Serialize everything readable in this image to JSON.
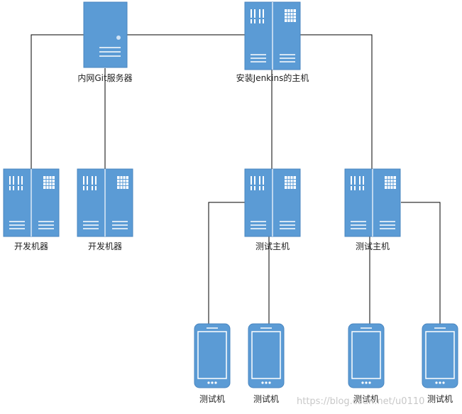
{
  "colors": {
    "device_fill": "#5b9bd5",
    "device_stroke": "#4a86bf",
    "detail": "#ffffff",
    "line": "#000000"
  },
  "nodes": {
    "git_server": {
      "label": "内网Git服务器",
      "icon": "server-icon"
    },
    "jenkins_host": {
      "label": "安装Jenkins的主机",
      "icon": "rack-server-icon"
    },
    "dev_machine_1": {
      "label": "开发机器",
      "icon": "rack-server-icon"
    },
    "dev_machine_2": {
      "label": "开发机器",
      "icon": "rack-server-icon"
    },
    "test_host_1": {
      "label": "测试主机",
      "icon": "rack-server-icon"
    },
    "test_host_2": {
      "label": "测试主机",
      "icon": "rack-server-icon"
    },
    "test_phone_1": {
      "label": "测试机",
      "icon": "phone-icon"
    },
    "test_phone_2": {
      "label": "测试机",
      "icon": "phone-icon"
    },
    "test_phone_3": {
      "label": "测试机",
      "icon": "phone-icon"
    },
    "test_phone_4": {
      "label": "测试机",
      "icon": "phone-icon"
    }
  },
  "watermark": "https://blog.csdn.net/u0110"
}
